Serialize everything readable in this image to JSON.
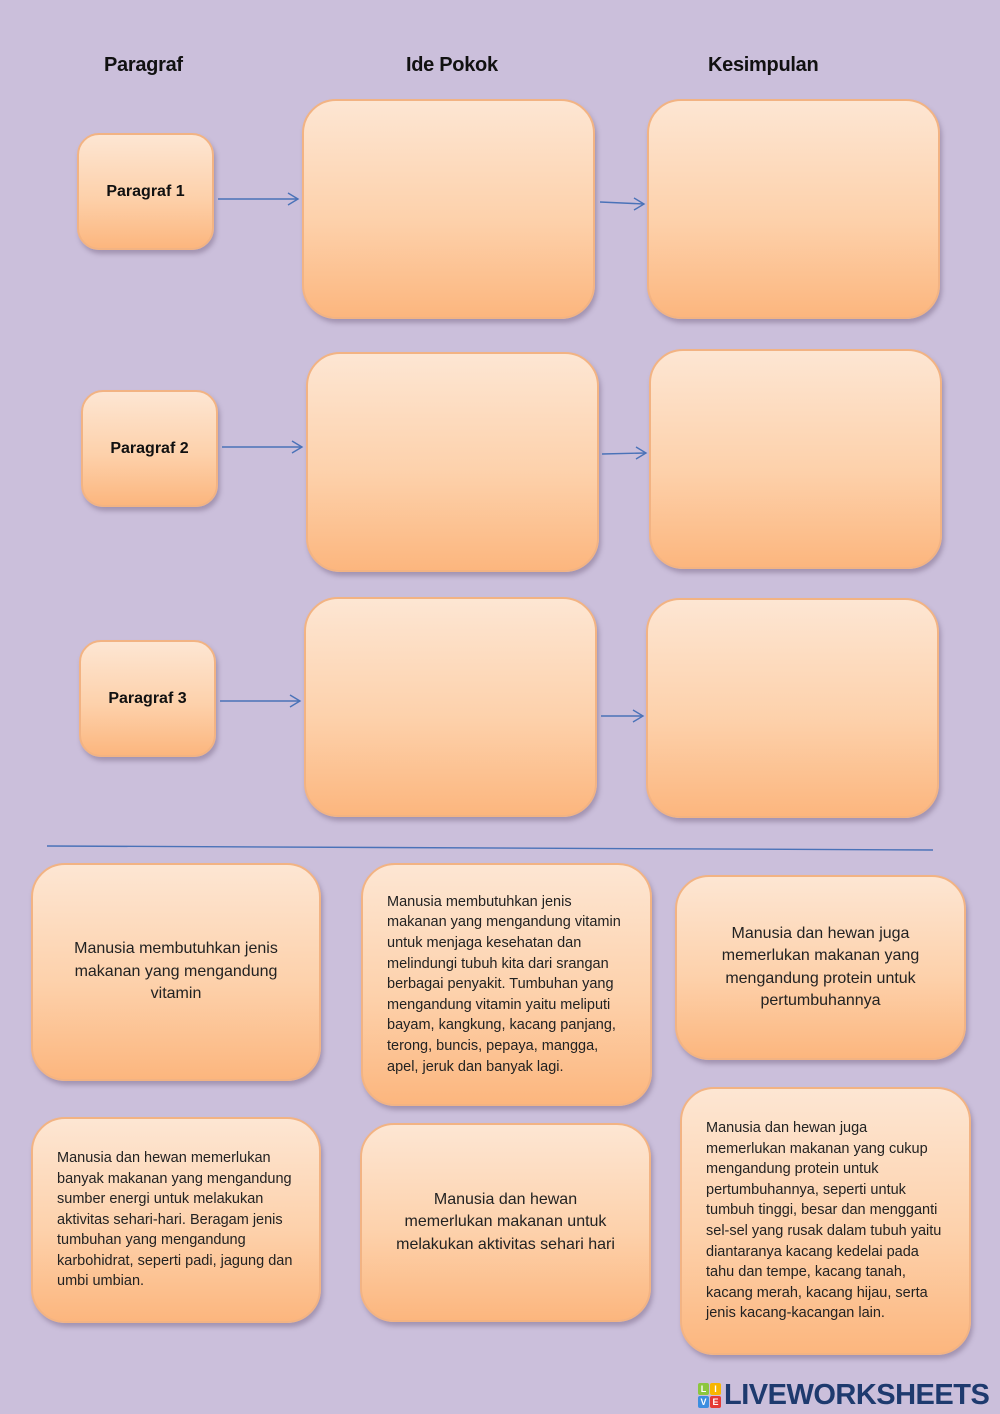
{
  "headers": {
    "paragraph": "Paragraf",
    "main_idea": "Ide Pokok",
    "conclusion": "Kesimpulan"
  },
  "rows": [
    {
      "label": "Paragraf 1",
      "ide_pokok": "",
      "kesimpulan": ""
    },
    {
      "label": "Paragraf 2",
      "ide_pokok": "",
      "kesimpulan": ""
    },
    {
      "label": "Paragraf 3",
      "ide_pokok": "",
      "kesimpulan": ""
    }
  ],
  "answer_cards": [
    "Manusia membutuhkan jenis makanan yang mengandung vitamin",
    "Manusia membutuhkan jenis makanan yang mengandung vitamin untuk menjaga kesehatan dan melindungi tubuh kita dari srangan berbagai penyakit. Tumbuhan yang mengandung vitamin yaitu meliputi bayam, kangkung, kacang panjang, terong, buncis, pepaya, mangga, apel, jeruk dan banyak lagi.",
    "Manusia dan hewan juga memerlukan makanan yang mengandung protein untuk pertumbuhannya",
    "Manusia dan hewan memerlukan banyak makanan yang mengandung sumber energi untuk melakukan aktivitas sehari-hari. Beragam jenis tumbuhan yang mengandung karbohidrat, seperti padi, jagung dan umbi umbian.",
    "Manusia dan hewan memerlukan makanan untuk melakukan aktivitas sehari hari",
    "Manusia dan hewan juga memerlukan makanan yang cukup mengandung protein untuk pertumbuhannya, seperti untuk tumbuh tinggi, besar dan mengganti sel-sel yang rusak dalam tubuh yaitu diantaranya kacang kedelai pada tahu dan tempe, kacang tanah, kacang merah, kacang hijau, serta jenis kacang-kacangan lain."
  ],
  "colors": {
    "background": "#cbbfdb",
    "box_top": "#fde6d3",
    "box_bottom": "#fcb67e",
    "box_border": "#f2b383",
    "arrow": "#4a72b8",
    "logo_text": "#1e3a6e"
  },
  "logo": {
    "letters": [
      "L",
      "I",
      "V",
      "E"
    ],
    "text": "LIVEWORKSHEETS"
  }
}
